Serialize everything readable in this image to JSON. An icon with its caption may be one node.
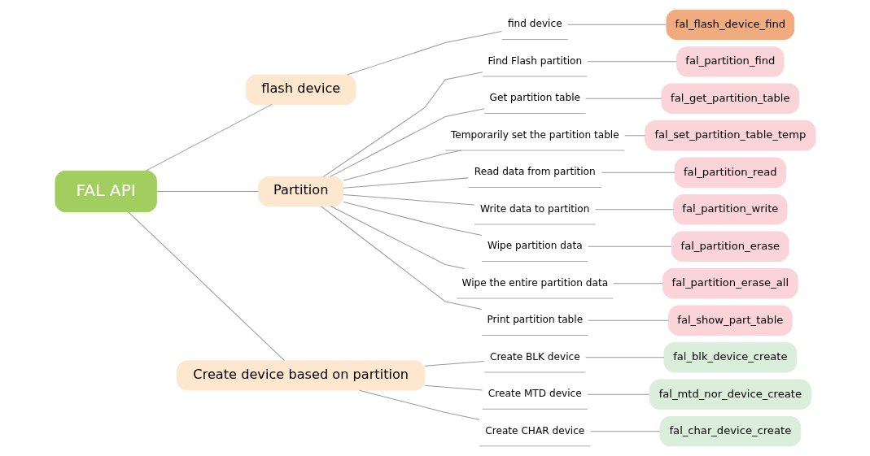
{
  "diagram": {
    "nodes": [
      {
        "text": [
          "FAL API"
        ]
      },
      {
        "text": [
          "flash device"
        ]
      },
      {
        "text": [
          "find device"
        ]
      },
      {
        "text": [
          "fal_flash_device_find"
        ]
      },
      {
        "text": [
          "Partition"
        ]
      },
      {
        "text": [
          "Find Flash partition"
        ]
      },
      {
        "text": [
          "fal_partition_find"
        ]
      },
      {
        "text": [
          "Get partition table"
        ]
      },
      {
        "text": [
          "fal_get_partition_table"
        ]
      },
      {
        "text": [
          "Temporarily set the partition table"
        ]
      },
      {
        "text": [
          "fal_set_partition_table_temp"
        ]
      },
      {
        "text": [
          "Read data from partition"
        ]
      },
      {
        "text": [
          "fal_partition_read"
        ]
      },
      {
        "text": [
          "Write data to partition"
        ]
      },
      {
        "text": [
          "fal_partition_write"
        ]
      },
      {
        "text": [
          "Wipe partition data"
        ]
      },
      {
        "text": [
          "fal_partition_erase"
        ]
      },
      {
        "text": [
          "Wipe the entire partition data"
        ]
      },
      {
        "text": [
          "fal_partition_erase_all"
        ]
      },
      {
        "text": [
          "Print partition table"
        ]
      },
      {
        "text": [
          "fal_show_part_table"
        ]
      },
      {
        "text": [
          "Create device based on partition"
        ]
      },
      {
        "text": [
          "Create BLK device"
        ]
      },
      {
        "text": [
          "fal_blk_device_create"
        ]
      },
      {
        "text": [
          "Create MTD device"
        ]
      },
      {
        "text": [
          "fal_mtd_nor_device_create"
        ]
      },
      {
        "text": [
          "Create CHAR device"
        ]
      },
      {
        "text": [
          "fal_char_device_create"
        ]
      }
    ],
    "edges": [
      {
        "from": 0,
        "to": 1,
        "arrow": "none"
      },
      {
        "from": 0,
        "to": 4,
        "arrow": "none"
      },
      {
        "from": 0,
        "to": 21,
        "arrow": "none"
      },
      {
        "from": 1,
        "to": 2,
        "arrow": "none"
      },
      {
        "from": 2,
        "to": 3,
        "arrow": "none"
      },
      {
        "from": 4,
        "to": 5,
        "arrow": "none"
      },
      {
        "from": 5,
        "to": 6,
        "arrow": "none"
      },
      {
        "from": 4,
        "to": 7,
        "arrow": "none"
      },
      {
        "from": 7,
        "to": 8,
        "arrow": "none"
      },
      {
        "from": 4,
        "to": 9,
        "arrow": "none"
      },
      {
        "from": 9,
        "to": 10,
        "arrow": "none"
      },
      {
        "from": 4,
        "to": 11,
        "arrow": "none"
      },
      {
        "from": 11,
        "to": 12,
        "arrow": "none"
      },
      {
        "from": 4,
        "to": 13,
        "arrow": "none"
      },
      {
        "from": 13,
        "to": 14,
        "arrow": "none"
      },
      {
        "from": 4,
        "to": 15,
        "arrow": "none"
      },
      {
        "from": 15,
        "to": 16,
        "arrow": "none"
      },
      {
        "from": 4,
        "to": 17,
        "arrow": "none"
      },
      {
        "from": 17,
        "to": 18,
        "arrow": "none"
      },
      {
        "from": 4,
        "to": 19,
        "arrow": "none"
      },
      {
        "from": 19,
        "to": 20,
        "arrow": "none"
      },
      {
        "from": 21,
        "to": 22,
        "arrow": "none"
      },
      {
        "from": 22,
        "to": 23,
        "arrow": "none"
      },
      {
        "from": 21,
        "to": 24,
        "arrow": "none"
      },
      {
        "from": 24,
        "to": 25,
        "arrow": "none"
      },
      {
        "from": 21,
        "to": 26,
        "arrow": "none"
      },
      {
        "from": 26,
        "to": 27,
        "arrow": "none"
      }
    ]
  }
}
